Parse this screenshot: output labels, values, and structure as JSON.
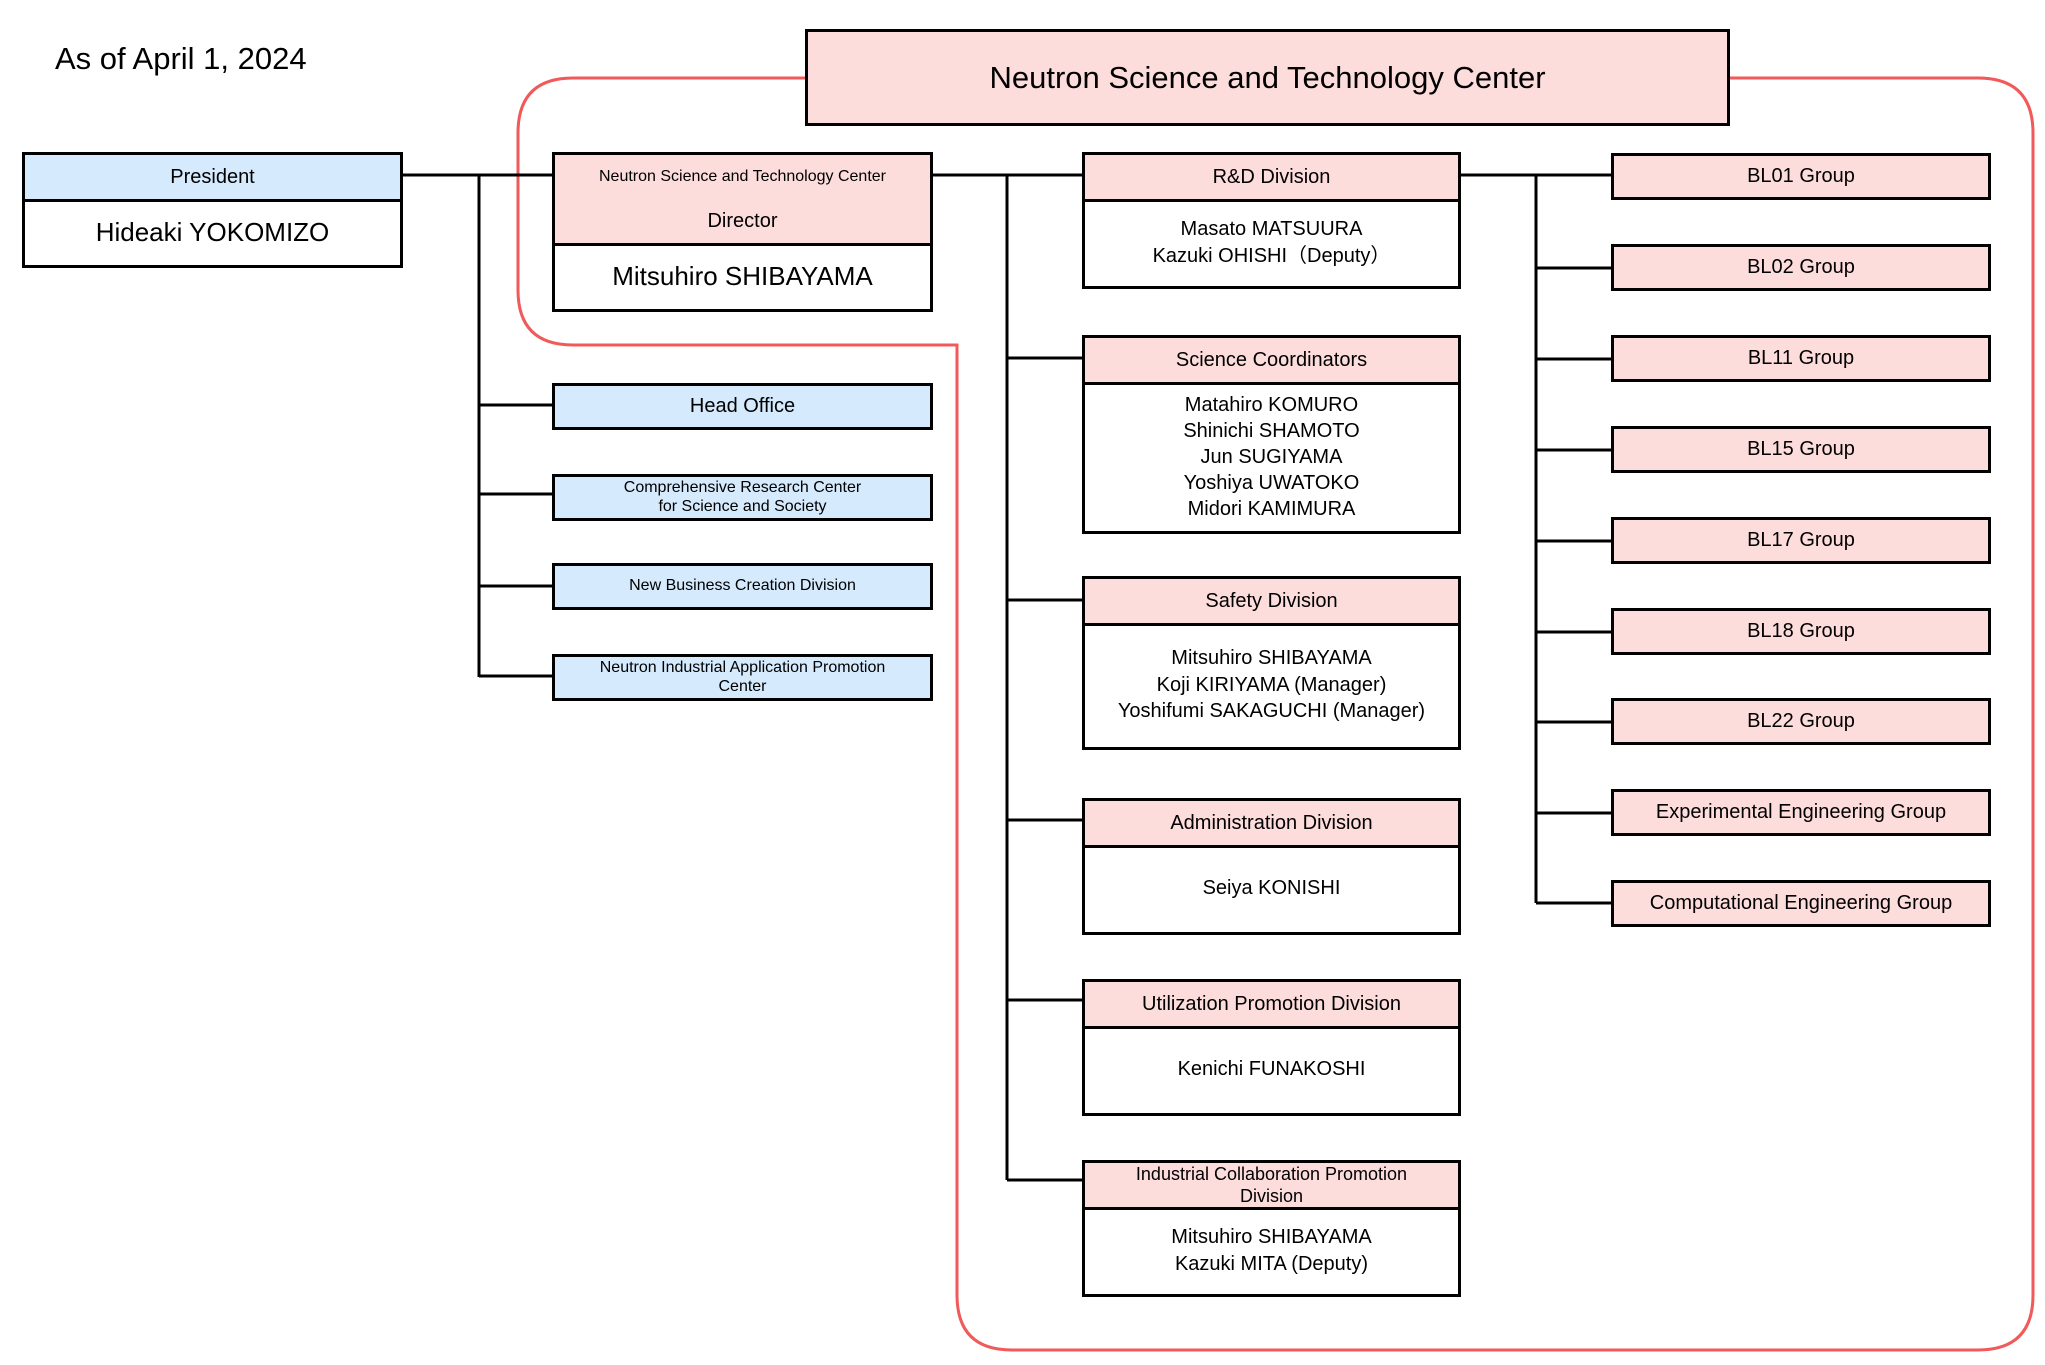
{
  "as_of": "As of April 1, 2024",
  "center_title": "Neutron Science and Technology Center",
  "president": {
    "label": "President",
    "name": "Hideaki YOKOMIZO"
  },
  "director": {
    "org": "Neutron Science and Technology Center",
    "label": "Director",
    "name": "Mitsuhiro SHIBAYAMA"
  },
  "left_units": [
    {
      "lines": [
        "Head Office"
      ]
    },
    {
      "lines": [
        "Comprehensive Research Center",
        "for Science and Society"
      ]
    },
    {
      "lines": [
        "New Business Creation Division"
      ]
    },
    {
      "lines": [
        "Neutron Industrial Application Promotion",
        "Center"
      ]
    }
  ],
  "divisions": [
    {
      "title": [
        "R&D Division"
      ],
      "names": [
        "Masato MATSUURA",
        "Kazuki OHISHI（Deputy）"
      ]
    },
    {
      "title": [
        "Science Coordinators"
      ],
      "names": [
        "Matahiro KOMURO",
        "Shinichi SHAMOTO",
        "Jun SUGIYAMA",
        "Yoshiya UWATOKO",
        "Midori KAMIMURA"
      ]
    },
    {
      "title": [
        "Safety Division"
      ],
      "names": [
        "Mitsuhiro SHIBAYAMA",
        "Koji KIRIYAMA (Manager)",
        "Yoshifumi SAKAGUCHI (Manager)"
      ]
    },
    {
      "title": [
        "Administration Division"
      ],
      "names": [
        "Seiya KONISHI"
      ]
    },
    {
      "title": [
        "Utilization Promotion Division"
      ],
      "names": [
        "Kenichi FUNAKOSHI"
      ]
    },
    {
      "title": [
        "Industrial Collaboration Promotion",
        "Division"
      ],
      "names": [
        "Mitsuhiro SHIBAYAMA",
        "Kazuki MITA (Deputy)"
      ]
    }
  ],
  "groups": [
    "BL01 Group",
    "BL02 Group",
    "BL11 Group",
    "BL15 Group",
    "BL17 Group",
    "BL18 Group",
    "BL22 Group",
    "Experimental Engineering Group",
    "Computational Engineering Group"
  ],
  "colors": {
    "pink_fill": "#fddcdc",
    "blue_fill": "#d5eafc",
    "boundary": "#f05a5a",
    "line": "#000000"
  }
}
